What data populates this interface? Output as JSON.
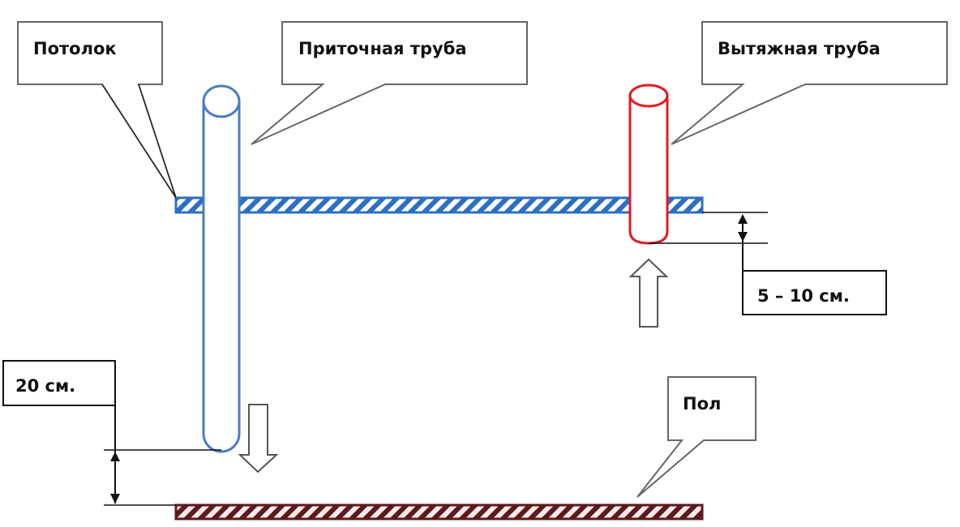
{
  "labels": {
    "ceiling": "Потолок",
    "supply_pipe": "Приточная труба",
    "exhaust_pipe": "Вытяжная труба",
    "floor": "Пол",
    "supply_gap": "20 см.",
    "exhaust_gap": "5 – 10 см."
  },
  "colors": {
    "supply_pipe": "#4a7cc4",
    "exhaust_pipe": "#e01b24",
    "ceiling": "#2e6fc0",
    "floor": "#5c1a1a",
    "callout_border": "#666666"
  },
  "arrows": {
    "supply_flow": "down",
    "exhaust_flow": "up"
  }
}
